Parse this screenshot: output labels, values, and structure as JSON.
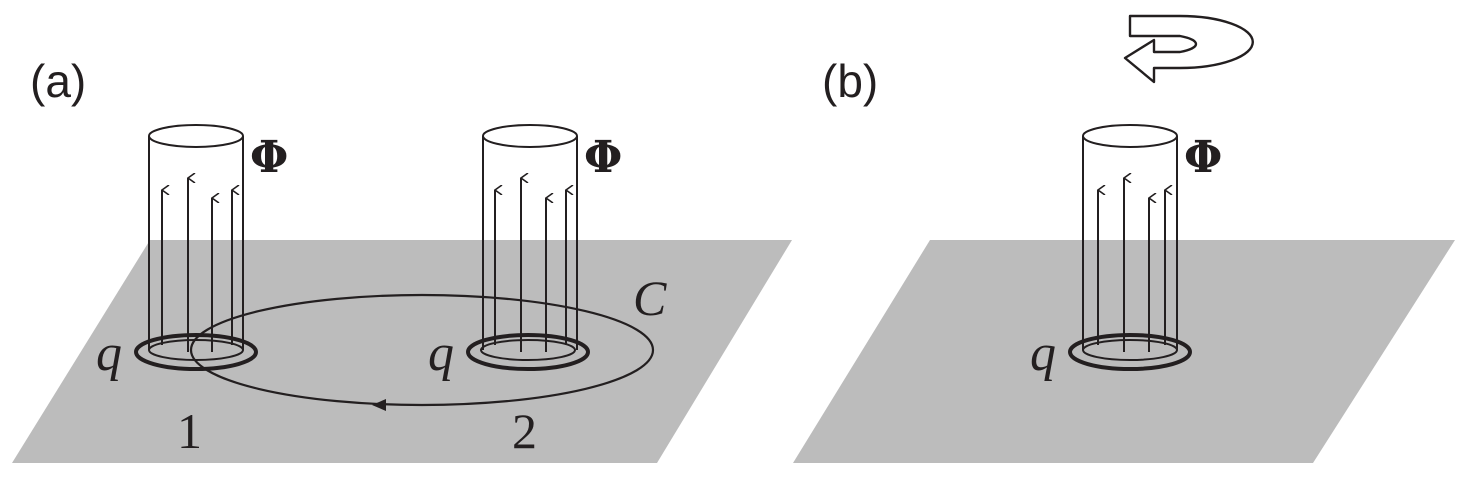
{
  "panels": [
    {
      "label": "(a)"
    },
    {
      "label": "(b)"
    }
  ],
  "symbols": {
    "flux": "Φ",
    "charge": "q",
    "contour": "C"
  },
  "positions": {
    "first": "1",
    "second": "2"
  },
  "colors": {
    "plane": "#bcbcbc",
    "ink": "#231f20",
    "background": "#ffffff"
  },
  "icons": [
    "rotation-arrow-icon",
    "flux-arrow-icon",
    "path-direction-arrow-icon"
  ]
}
